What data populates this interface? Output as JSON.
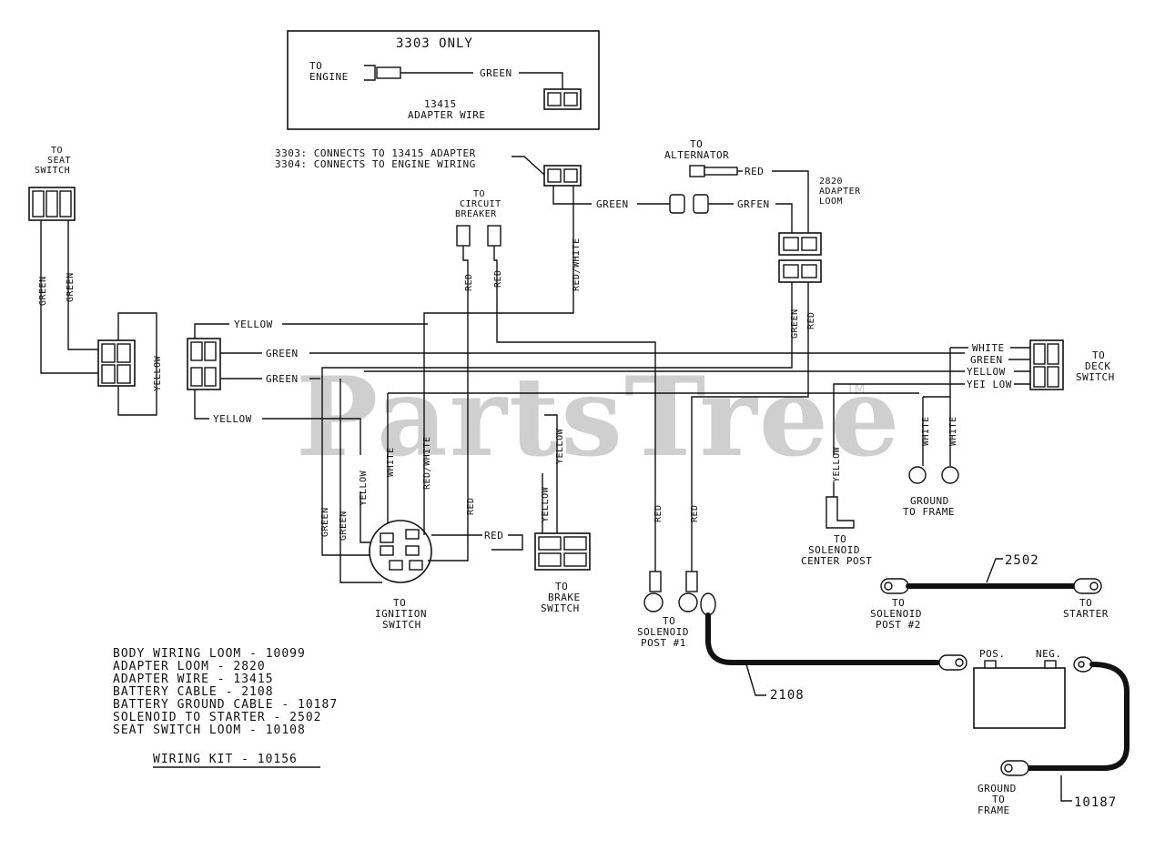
{
  "watermark": {
    "brand": "PartsTree",
    "tm": "TM"
  },
  "inset": {
    "title": "3303 ONLY",
    "to_engine_1": "TO",
    "to_engine_2": "ENGINE",
    "wire_green": "GREEN",
    "part_no": "13415",
    "part_name": "ADAPTER WIRE"
  },
  "labels": {
    "seat_switch": [
      "TO",
      "SEAT",
      "SWITCH"
    ],
    "connects_3303": "3303: CONNECTS TO 13415 ADAPTER",
    "connects_3304": "3304: CONNECTS TO ENGINE WIRING",
    "circuit_breaker": [
      "TO",
      "CIRCUIT",
      "BREAKER"
    ],
    "alternator": [
      "TO",
      "ALTERNATOR"
    ],
    "adapter_loom": [
      "2820",
      "ADAPTER",
      "LOOM"
    ],
    "deck_switch": [
      "TO",
      "DECK",
      "SWITCH"
    ],
    "ignition_switch": [
      "TO",
      "IGNITION",
      "SWITCH"
    ],
    "brake_switch": [
      "TO",
      "BRAKE",
      "SWITCH"
    ],
    "solenoid_post1": [
      "TO",
      "SOLENOID",
      "POST #1"
    ],
    "solenoid_center": [
      "TO",
      "SOLENOID",
      "CENTER POST"
    ],
    "ground_frame": [
      "GROUND",
      "TO FRAME"
    ],
    "solenoid_post2": [
      "TO",
      "SOLENOID",
      "POST #2"
    ],
    "to_starter": [
      "TO",
      "STARTER"
    ],
    "pos": "POS.",
    "neg": "NEG.",
    "ground_frame_bottom": [
      "GROUND",
      "TO",
      "FRAME"
    ],
    "cable_2502": "2502",
    "cable_2108": "2108",
    "cable_10187": "10187"
  },
  "wires": {
    "green": "GREEN",
    "red": "RED",
    "yellow": "YELLOW",
    "white": "WHITE",
    "red_white": "RED/WHITE",
    "grfen": "GRFEN",
    "yei_low": "YEI LOW"
  },
  "parts_list": [
    "BODY WIRING LOOM - 10099",
    "ADAPTER LOOM - 2820",
    "ADAPTER WIRE - 13415",
    "BATTERY CABLE - 2108",
    "BATTERY GROUND CABLE - 10187",
    "SOLENOID TO STARTER - 2502",
    "SEAT SWITCH LOOM - 10108"
  ],
  "wiring_kit": "WIRING KIT - 10156"
}
